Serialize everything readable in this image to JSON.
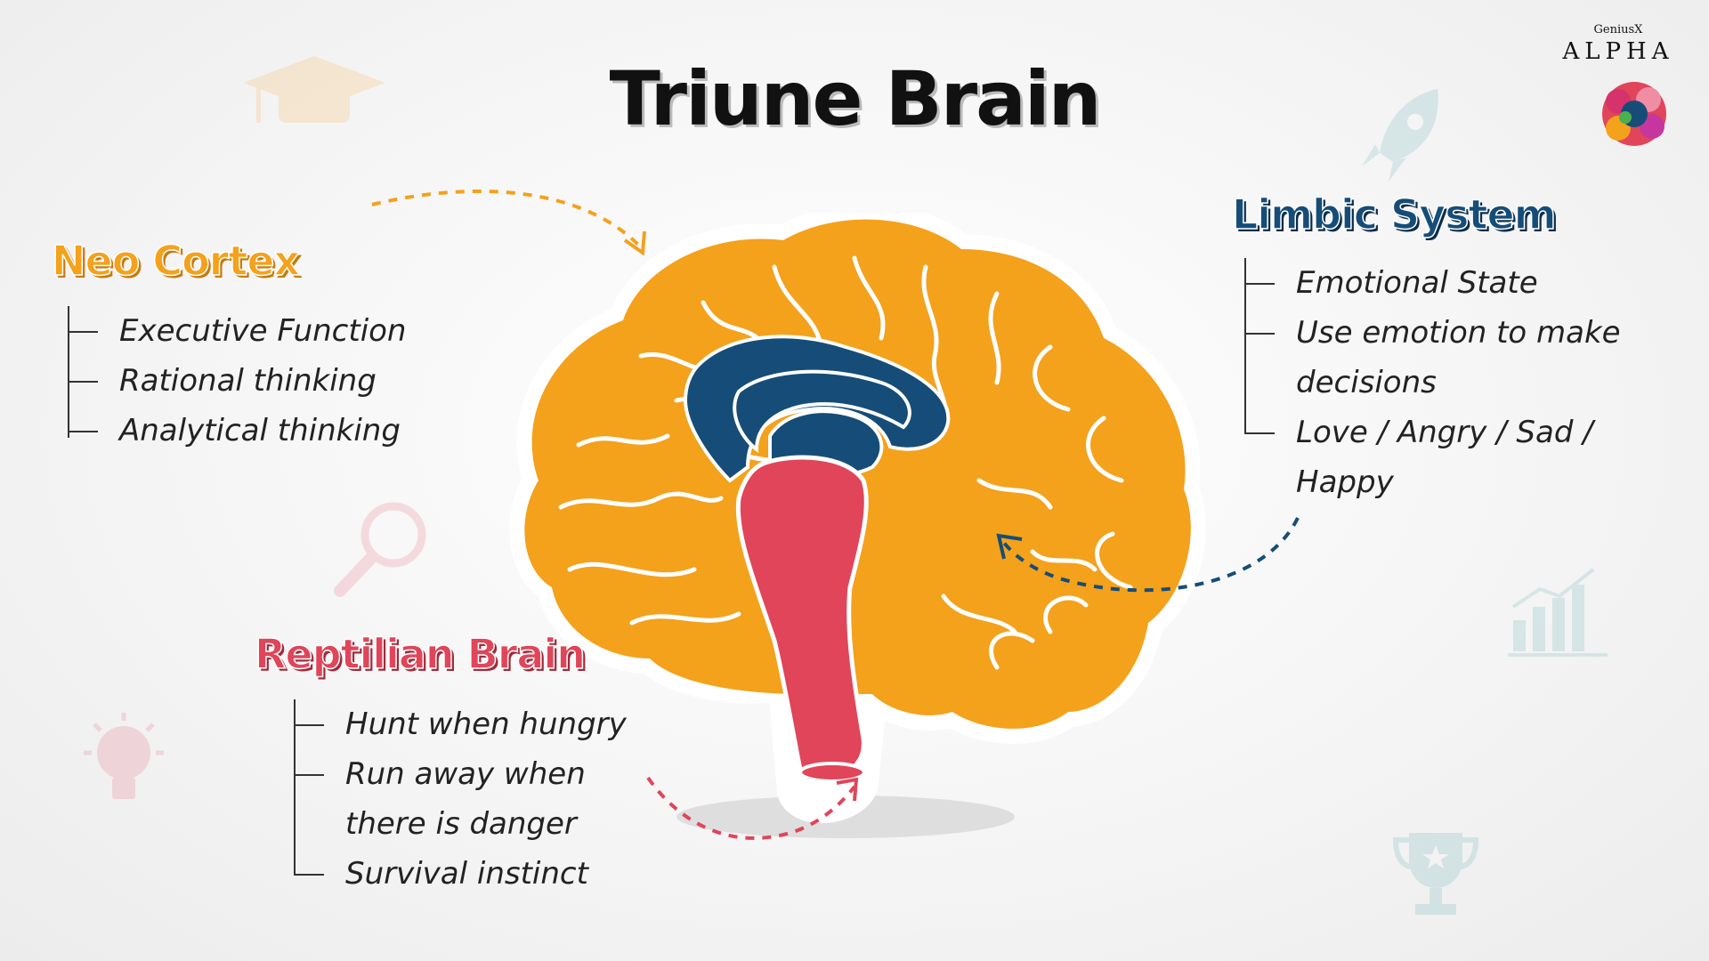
{
  "title": "Triune Brain",
  "logo": {
    "brand_small": "GeniusX",
    "brand_big": "ALPHA"
  },
  "neo_cortex": {
    "heading": "Neo Cortex",
    "items": [
      "Executive Function",
      "Rational thinking",
      "Analytical thinking"
    ]
  },
  "limbic_system": {
    "heading": "Limbic System",
    "items": [
      "Emotional State",
      "Use emotion to make",
      "decisions",
      "Love / Angry / Sad /",
      "Happy"
    ]
  },
  "reptilian_brain": {
    "heading": "Reptilian Brain",
    "items": [
      "Hunt when hungry",
      "Run away when",
      "there is danger",
      "Survival instinct"
    ]
  },
  "colors": {
    "neo_cortex": "#f4a11c",
    "limbic": "#164d78",
    "reptilian": "#e0455a",
    "brain_outline": "#ffffff",
    "background": "#f3f3f3"
  },
  "icons": [
    "graduation-cap-icon",
    "rocket-icon",
    "magnifier-icon",
    "lightbulb-icon",
    "bar-chart-icon",
    "trophy-icon",
    "brain-logo-icon"
  ]
}
